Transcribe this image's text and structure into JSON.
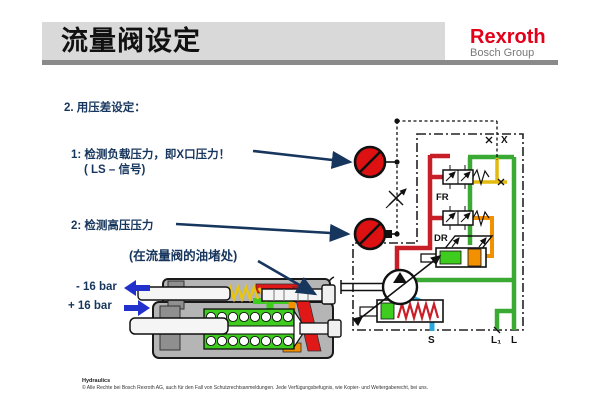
{
  "header": {
    "title": "流量阀设定",
    "brand": "Rexroth",
    "brand_sub": "Bosch Group"
  },
  "content": {
    "heading": "2. 用压差设定：",
    "step1_line1": "1: 检测负载压力，即X口压力！",
    "step1_line2": "( LS – 信号)",
    "step2_label": "2: 检测高压压力",
    "location_note": "(在流量阀的油堵处)",
    "delta_minus": "- 16 bar",
    "delta_plus": "+ 16 bar"
  },
  "schematic": {
    "port_x": "X",
    "regulator_fr": "FR",
    "regulator_dr": "DR",
    "port_s": "S",
    "port_l1": "L₁",
    "port_l": "L",
    "colors": {
      "pressure_line_red": "#c81e28",
      "load_sense_green": "#3aaa35",
      "pilot_yellow": "#e3bb0e",
      "control_orange": "#f29000",
      "suction_blue": "#2aa7dc",
      "gauge_red": "#dd1111"
    }
  },
  "footer": {
    "department": "Hydraulics",
    "copyright": "© Alle Rechte bei Bosch Rexroth AG, auch für den Fall von Schutzrechtsanmeldungen. Jede Verfügungsbefugnis, wie Kopier- und Weitergaberecht, bei uns."
  },
  "colors": {
    "title_bar": "#d9d9d9",
    "title_rule": "#8a8a8a",
    "brand_red": "#e2001a",
    "text_navy": "#17365d",
    "callout_blue": "#2230cc"
  }
}
